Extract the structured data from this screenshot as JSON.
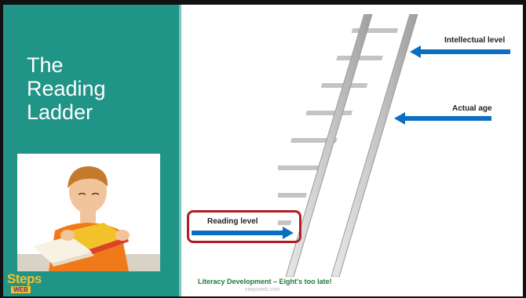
{
  "slide": {
    "title_lines": [
      "The",
      "Reading",
      "Ladder"
    ],
    "labels": {
      "intellectual": "Intellectual level",
      "actual_age": "Actual age",
      "reading": "Reading level"
    },
    "footer": "Literacy Development – Eight's too late!",
    "url": "stepsweb.com",
    "logo": {
      "main": "Steps",
      "sub": "WEB"
    }
  },
  "colors": {
    "panel": "#1f9487",
    "arrow": "#0a6fc2",
    "highlight": "#b01e23",
    "footer": "#1f7a3a"
  },
  "icons": [
    "ladder-icon",
    "arrow-left-icon",
    "arrow-right-icon",
    "boy-reading-photo"
  ]
}
